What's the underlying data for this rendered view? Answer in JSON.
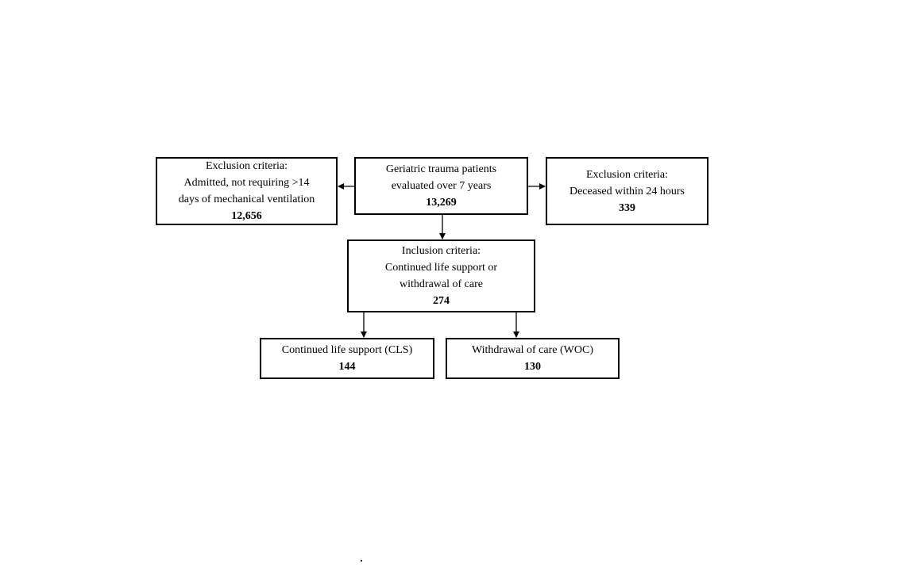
{
  "flowchart": {
    "start": {
      "lines": [
        "Geriatric trauma patients",
        "evaluated over 7 years"
      ],
      "count": "13,269"
    },
    "exclusion_left": {
      "lines": [
        "Exclusion criteria:",
        "Admitted, not requiring >14",
        "days of mechanical ventilation"
      ],
      "count": "12,656"
    },
    "exclusion_right": {
      "lines": [
        "Exclusion criteria:",
        "Deceased within 24 hours"
      ],
      "count": "339"
    },
    "inclusion": {
      "lines": [
        "Inclusion criteria:",
        "Continued life support or",
        "withdrawal of care"
      ],
      "count": "274"
    },
    "cls": {
      "lines": [
        "Continued life support (CLS)"
      ],
      "count": "144"
    },
    "woc": {
      "lines": [
        "Withdrawal of care (WOC)"
      ],
      "count": "130"
    }
  },
  "colors": {
    "stroke": "#000000",
    "background": "#ffffff"
  }
}
